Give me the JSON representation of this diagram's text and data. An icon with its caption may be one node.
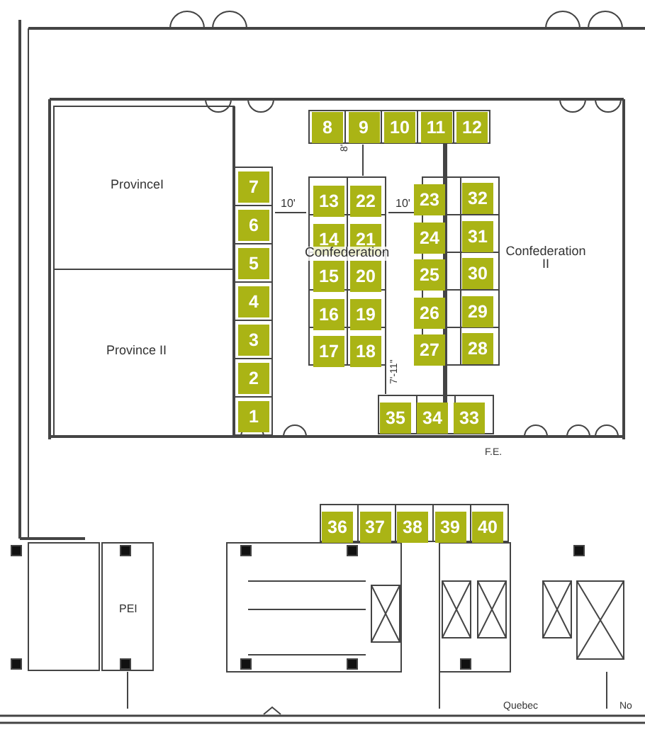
{
  "diagram": {
    "nodes": [
      {
        "text": [
          "1"
        ]
      },
      {
        "text": [
          "2"
        ]
      },
      {
        "text": [
          "3"
        ]
      },
      {
        "text": [
          "4"
        ]
      },
      {
        "text": [
          "5"
        ]
      },
      {
        "text": [
          "6"
        ]
      },
      {
        "text": [
          "7"
        ]
      },
      {
        "text": [
          "8"
        ]
      },
      {
        "text": [
          "9"
        ]
      },
      {
        "text": [
          "10"
        ]
      },
      {
        "text": [
          "11"
        ]
      },
      {
        "text": [
          "12"
        ]
      },
      {
        "text": [
          "13"
        ]
      },
      {
        "text": [
          "14"
        ]
      },
      {
        "text": [
          "15"
        ]
      },
      {
        "text": [
          "16"
        ]
      },
      {
        "text": [
          "17"
        ]
      },
      {
        "text": [
          "18"
        ]
      },
      {
        "text": [
          "19"
        ]
      },
      {
        "text": [
          "20"
        ]
      },
      {
        "text": [
          "21"
        ]
      },
      {
        "text": [
          "22"
        ]
      },
      {
        "text": [
          "23"
        ]
      },
      {
        "text": [
          "24"
        ]
      },
      {
        "text": [
          "25"
        ]
      },
      {
        "text": [
          "26"
        ]
      },
      {
        "text": [
          "27"
        ]
      },
      {
        "text": [
          "28"
        ]
      },
      {
        "text": [
          "29"
        ]
      },
      {
        "text": [
          "30"
        ]
      },
      {
        "text": [
          "31"
        ]
      },
      {
        "text": [
          "32"
        ]
      },
      {
        "text": [
          "33"
        ]
      },
      {
        "text": [
          "34"
        ]
      },
      {
        "text": [
          "35"
        ]
      },
      {
        "text": [
          "36"
        ]
      },
      {
        "text": [
          "37"
        ]
      },
      {
        "text": [
          "38"
        ]
      },
      {
        "text": [
          "39"
        ]
      },
      {
        "text": [
          "40"
        ]
      }
    ],
    "labels": [
      "8'",
      "ProvinceI",
      "10'",
      "10'",
      "Confederation",
      "Confederation II",
      "Province II",
      "7'-11\"",
      "F.E.",
      "PEI",
      "Quebec",
      "No"
    ]
  }
}
